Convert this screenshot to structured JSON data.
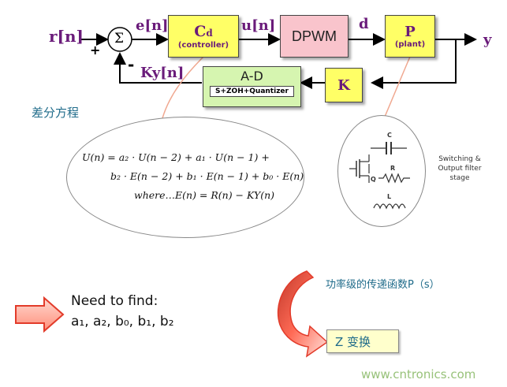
{
  "signals": {
    "r": "r[n]",
    "e": "e[n]",
    "u": "u[n]",
    "d": "d",
    "y": "y",
    "ky": "Ky[n]",
    "plus": "+",
    "minus": "-",
    "sigma": "Σ"
  },
  "blocks": {
    "controller": {
      "title_main": "C",
      "title_sub": "d",
      "sub": "(controller)"
    },
    "dpwm": {
      "title": "DPWM"
    },
    "plant": {
      "title": "P",
      "sub": "(plant)"
    },
    "ad": {
      "title": "A-D",
      "sub": "S+ZOH+Quantizer"
    },
    "k": {
      "title": "K"
    }
  },
  "diff_eq_label": "差分方程",
  "equation": {
    "line1": "U(n) = a₂ · U(n − 2) + a₁ · U(n − 1) +",
    "line2": "b₂ · E(n − 2) + b₁ · E(n − 1) + b₀ · E(n)",
    "line3": "where…E(n) = R(n) − KY(n)"
  },
  "circuit": {
    "c_label": "C",
    "r_label": "R",
    "l_label": "L",
    "q_label": "Q",
    "caption_1": "Switching &",
    "caption_2": "Output filter",
    "caption_3": "stage"
  },
  "need": {
    "title": "Need to find:",
    "coefs": "a₁, a₂, b₀, b₁, b₂"
  },
  "transfer_label": "功率级的传递函数P（s）",
  "z_transform_label": "Z  变换",
  "watermark": "www.cntronics.com",
  "colors": {
    "label_purple": "#6a1b7a",
    "block_yellow": "#ffff66",
    "block_pink": "#f9c4cc",
    "block_green": "#d6f5b0",
    "arrow_red": "#e23b2a",
    "teal_text": "#1f6b8a",
    "watermark": "#98c27a"
  }
}
